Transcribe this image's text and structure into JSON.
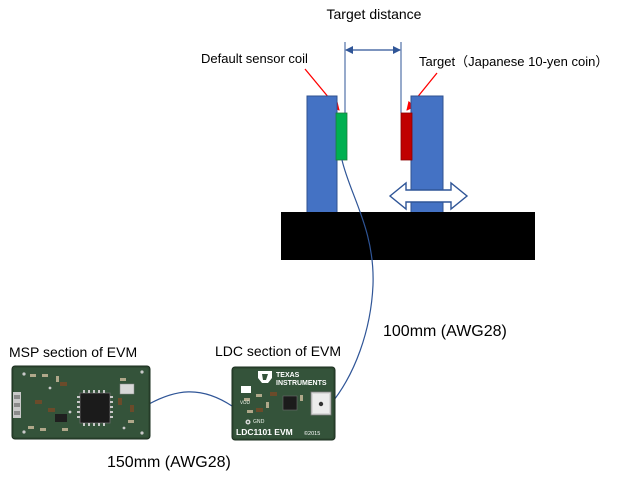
{
  "labels": {
    "target_distance": "Target distance",
    "sensor_coil": "Default sensor coil",
    "target": "Target（Japanese 10-yen coin）",
    "cable_ldc": "100mm (AWG28)",
    "cable_msp": "150mm (AWG28)",
    "msp_section": "MSP section of EVM",
    "ldc_section": "LDC section of EVM"
  },
  "board": {
    "brand_line1": "TEXAS",
    "brand_line2": "INSTRUMENTS",
    "model": "LDC1101 EVM",
    "year": "©2015"
  },
  "colors": {
    "post": "#4472c4",
    "post_outline": "#2f528f",
    "coil": "#00b050",
    "coin": "#c00000",
    "base": "#000000",
    "pointer": "#ff0000",
    "dimension": "#2f5597",
    "pcb": "#2e4a32",
    "cable": "#2f5597"
  },
  "icons": {
    "movement": "double-arrow-icon",
    "chip": "ic-chip-icon"
  }
}
